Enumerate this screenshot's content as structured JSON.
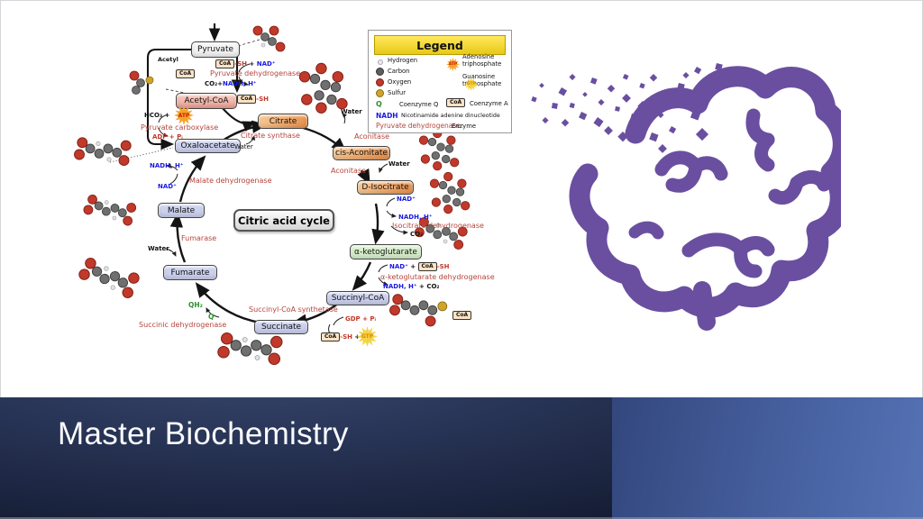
{
  "slide": {
    "title": "Master Biochemistry"
  },
  "legend": {
    "title": "Legend",
    "hydrogen": "Hydrogen",
    "carbon": "Carbon",
    "oxygen": "Oxygen",
    "sulfur": "Sulfur",
    "q_symbol": "Q",
    "q_label": "Coenzyme Q",
    "atp_symbol": "ATP",
    "atp_label": "Adenosine triphosphate",
    "gtp_symbol": "GTP",
    "gtp_label": "Guanosine triphosphate",
    "coa_symbol": "CoA",
    "coa_label": "Coenzyme A",
    "nadh_symbol": "NADH",
    "nadh_label": "Nicotinamide adenine dinucleotide",
    "enzyme_symbol": "Pyruvate dehydrogenase",
    "enzyme_label": "Enzyme"
  },
  "cycle": {
    "center": "Citric acid cycle",
    "boxes": {
      "pyruvate": "Pyruvate",
      "acetyl_coa": "Acetyl-CoA",
      "citrate": "Citrate",
      "cis_aconitate": "cis-Aconitate",
      "d_isocitrate": "D-Isocitrate",
      "alpha_ketoglutarate": "α-ketoglutarate",
      "succinyl_coa": "Succinyl-CoA",
      "succinate": "Succinate",
      "fumarate": "Fumarate",
      "malate": "Malate",
      "oxaloacetate": "Oxaloacetate"
    },
    "enzymes": {
      "pdh": "Pyruvate dehydrogenase",
      "pc": "Pyruvate carboxylase",
      "cs": "Citrate synthase",
      "aconitase": "Aconitase",
      "idh": "Isocitrate dehydrogenase",
      "kgdh": "α-ketoglutarate dehydrogenase",
      "scs": "Succinyl-CoA synthetase",
      "sdh": "Succinic dehydrogenase",
      "fum": "Fumarase",
      "mdh": "Malate dehydrogenase"
    },
    "labels": {
      "acetyl": "Acetyl",
      "coa": "CoA",
      "water": "Water",
      "sh": "-SH",
      "plus": " + ",
      "nad": "NAD⁺",
      "nadh": "NADH, H⁺",
      "pdh_out": "CO₂+",
      "pc_in": "HCO₃ + ",
      "atp": "ATP",
      "adp": "ADP + Pᵢ",
      "co2": "CO₂",
      "kg_co2": " + CO₂",
      "gdp": "GDP + Pᵢ",
      "gtp": "GTP",
      "qh2": "QH₂",
      "q": "Q"
    }
  }
}
